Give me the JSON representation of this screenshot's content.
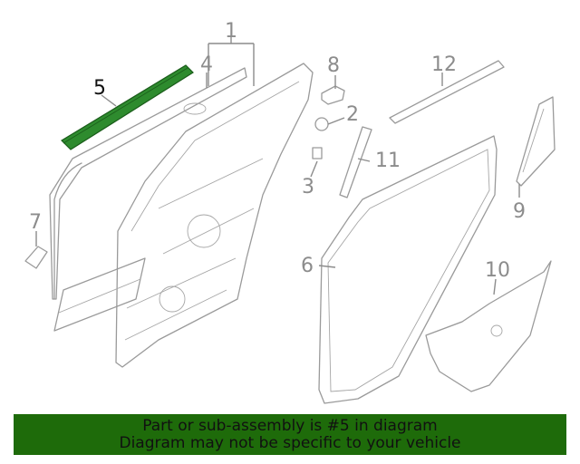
{
  "diagram": {
    "highlight_color": "#2e8b2e",
    "callouts": [
      "1",
      "2",
      "3",
      "4",
      "5",
      "6",
      "7",
      "8",
      "10",
      "11",
      "12",
      "9"
    ],
    "highlighted_callout": "5"
  },
  "banner": {
    "background": "#1e6b0a",
    "line1": "Part or sub-assembly is #5 in diagram",
    "line2": "Diagram may not be specific to your vehicle"
  }
}
